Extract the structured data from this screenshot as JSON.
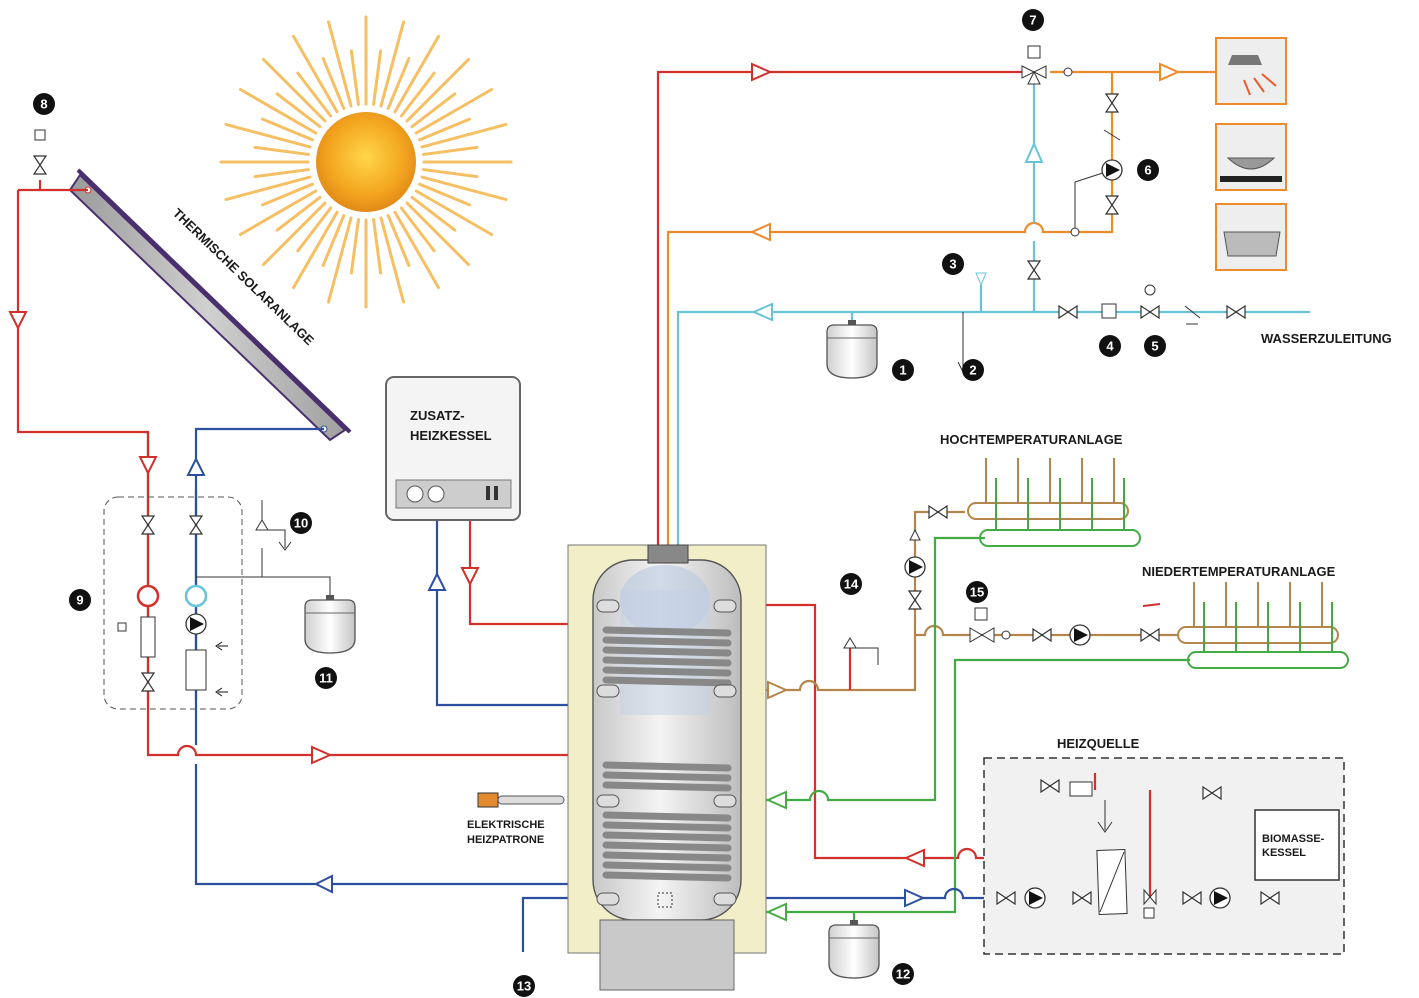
{
  "labels": {
    "solar": "THERMISCHE SOLARANLAGE",
    "boiler_line1": "ZUSATZ-",
    "boiler_line2": "HEIZKESSEL",
    "high_temp": "HOCHTEMPERATURANLAGE",
    "low_temp": "NIEDERTEMPERATURANLAGE",
    "water_supply": "WASSERZULEITUNG",
    "heat_source": "HEIZQUELLE",
    "biomass_line1": "BIOMASSE-",
    "biomass_line2": "KESSEL",
    "heater_line1": "ELEKTRISCHE",
    "heater_line2": "HEIZPATRONE"
  },
  "markers": [
    "1",
    "2",
    "3",
    "4",
    "5",
    "6",
    "7",
    "8",
    "9",
    "10",
    "11",
    "12",
    "13",
    "14",
    "15"
  ],
  "colors": {
    "hot": "#d2302a",
    "cold_return": "#2d4fa1",
    "cold_water": "#69c3d8",
    "hot_water": "#ec8a2c",
    "heating": "#b5854b",
    "green": "#43ab43",
    "tank_insulation": "#f2efc8",
    "sun": "#f0a020"
  },
  "icons": [
    "sun-icon",
    "shower-icon",
    "washbasin-icon",
    "bathtub-icon",
    "pump-icon",
    "valve-icon",
    "expansion-vessel-icon",
    "electric-heater-icon"
  ]
}
